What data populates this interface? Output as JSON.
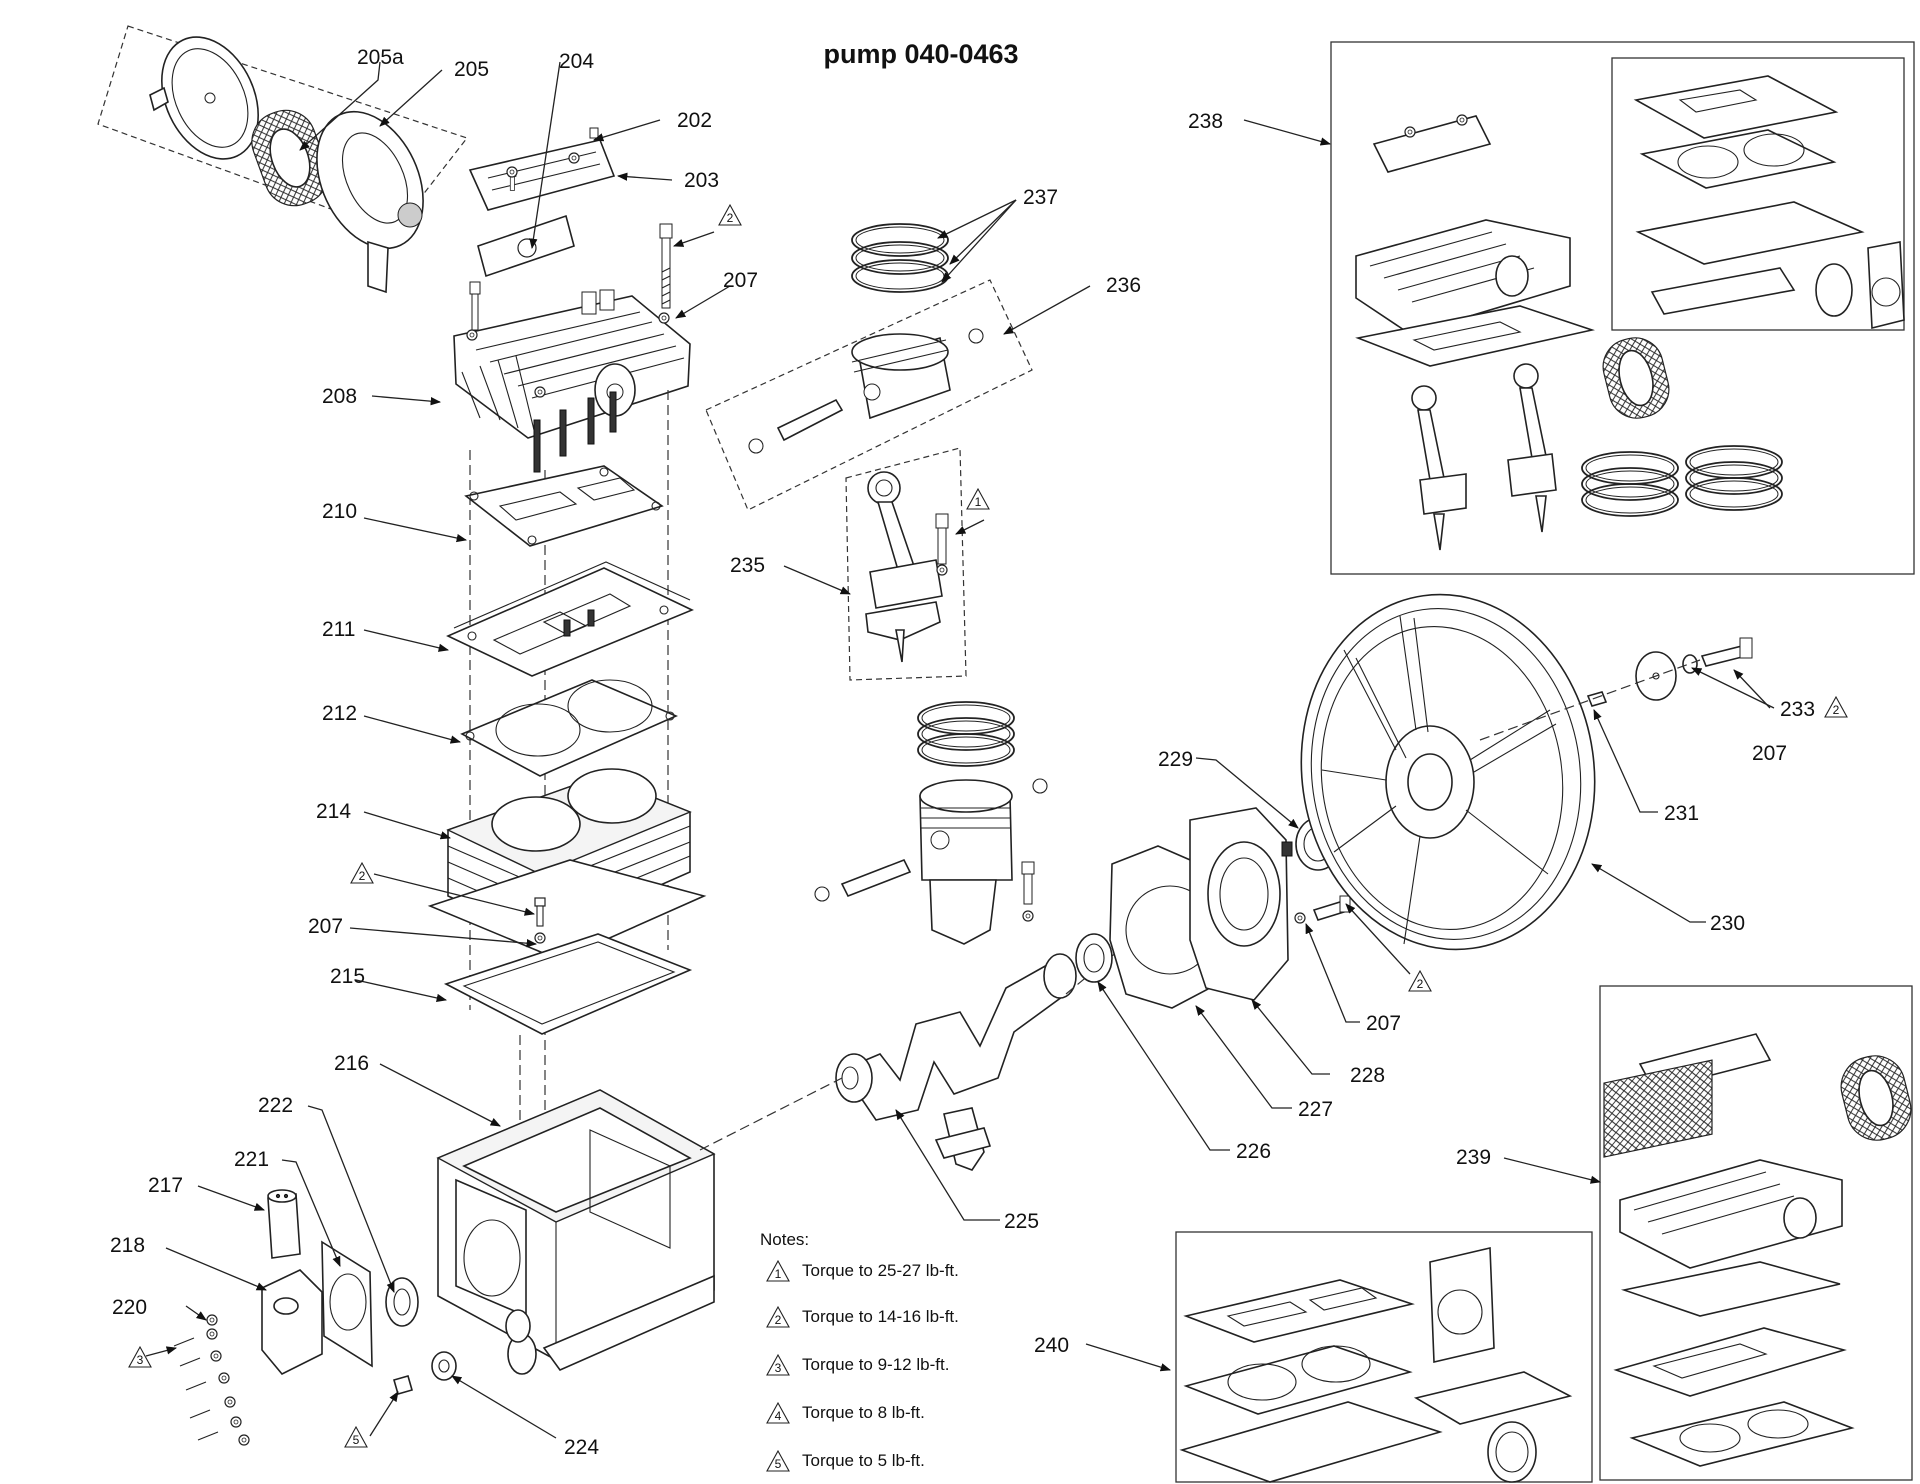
{
  "title": "pump 040-0463",
  "notes": {
    "heading": "Notes:",
    "items": [
      {
        "num": "1",
        "text": "Torque to 25-27 lb-ft."
      },
      {
        "num": "2",
        "text": "Torque to 14-16 lb-ft."
      },
      {
        "num": "3",
        "text": "Torque to 9-12 lb-ft."
      },
      {
        "num": "4",
        "text": "Torque to 8 lb-ft."
      },
      {
        "num": "5",
        "text": "Torque to 5 lb-ft."
      }
    ]
  },
  "labels": {
    "p205a": "205a",
    "p205": "205",
    "p204": "204",
    "p202": "202",
    "p203": "203",
    "p207a": "207",
    "p208": "208",
    "p210": "210",
    "p211": "211",
    "p212": "212",
    "p214": "214",
    "p207b": "207",
    "p215": "215",
    "p216": "216",
    "p222": "222",
    "p221": "221",
    "p217": "217",
    "p218": "218",
    "p220": "220",
    "p224": "224",
    "p237": "237",
    "p236": "236",
    "p235": "235",
    "p225": "225",
    "p238": "238",
    "p229": "229",
    "p226": "226",
    "p227": "227",
    "p228": "228",
    "p207c": "207",
    "p230": "230",
    "p231": "231",
    "p233": "233",
    "p207d": "207",
    "p239": "239",
    "p240": "240"
  },
  "torque_marks": {
    "t2_bolt": "2",
    "t2_head": "2",
    "t1_rod": "1",
    "t3_bolts": "3",
    "t5_plug": "5",
    "t2_flange": "2",
    "t2_flywheel": "2"
  }
}
